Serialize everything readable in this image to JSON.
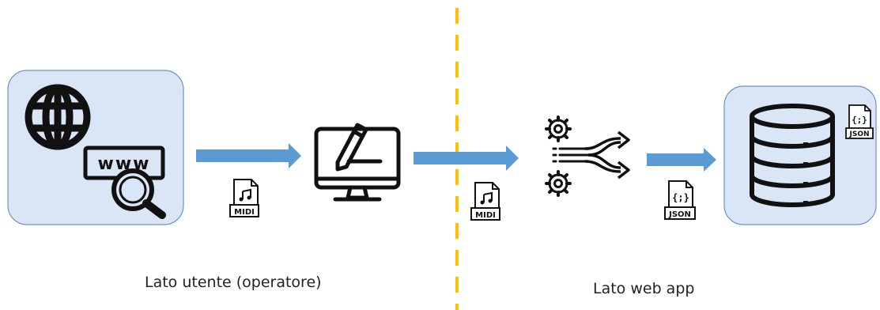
{
  "colors": {
    "arrow": "#5b9bd5",
    "divider": "#ffc000",
    "box_fill": "#dae6f5",
    "box_stroke": "#6b93c6",
    "icon": "#111111"
  },
  "icons": {
    "browser": "globe-www-search-icon",
    "editor": "monitor-pen-icon",
    "processor": "gears-flow-icon",
    "storage": "database-icon"
  },
  "files": {
    "midi_label": "MIDI",
    "json_label": "JSON",
    "json_glyph": "{;}"
  },
  "browser": {
    "www_text": "www"
  },
  "labels": {
    "left": "Lato utente (operatore)",
    "right": "Lato web app"
  }
}
